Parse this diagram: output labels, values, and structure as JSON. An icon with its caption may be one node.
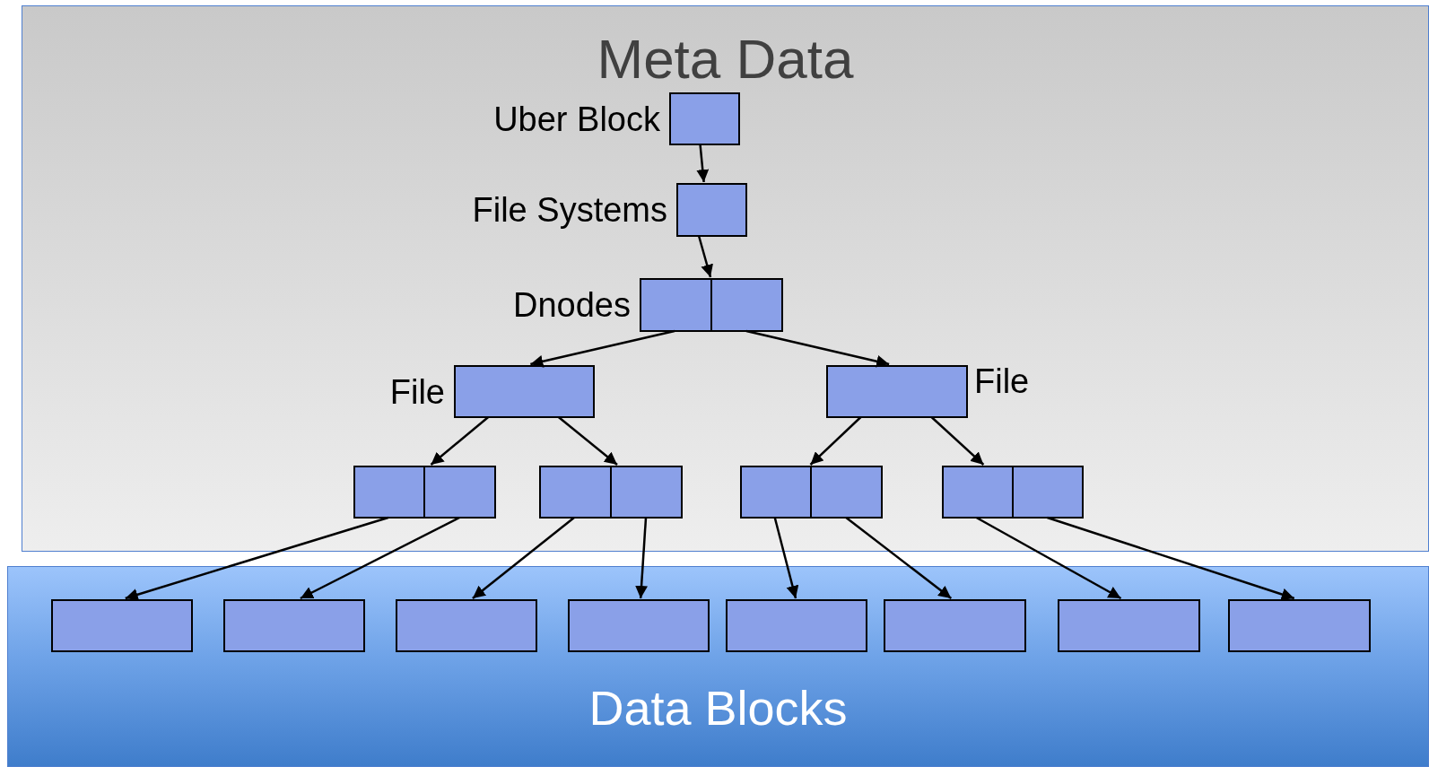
{
  "diagram": {
    "nodes": [
      {
        "text": [
          "Meta Data"
        ]
      },
      {
        "text": [
          "Data Blocks"
        ]
      },
      {
        "text": [
          "Uber Block"
        ],
        "in": 0
      },
      {
        "text": [
          "File Systems"
        ],
        "in": 0
      },
      {
        "text": [
          "Dnodes"
        ],
        "in": 0
      },
      {
        "text": [
          "File"
        ],
        "in": 0
      },
      {
        "text": [
          "File"
        ],
        "in": 0
      },
      {
        "text": [],
        "shape": "box",
        "in": 0
      },
      {
        "text": [],
        "shape": "box",
        "in": 0
      },
      {
        "text": [],
        "shape": "box",
        "in": 0
      },
      {
        "text": [],
        "shape": "box",
        "in": 0
      },
      {
        "text": [],
        "shape": "box",
        "in": 1
      },
      {
        "text": [],
        "shape": "box",
        "in": 1
      },
      {
        "text": [],
        "shape": "box",
        "in": 1
      },
      {
        "text": [],
        "shape": "box",
        "in": 1
      },
      {
        "text": [],
        "shape": "box",
        "in": 1
      },
      {
        "text": [],
        "shape": "box",
        "in": 1
      },
      {
        "text": [],
        "shape": "box",
        "in": 1
      },
      {
        "text": [],
        "shape": "box",
        "in": 1
      }
    ],
    "edges": [
      {
        "from": 2,
        "to": 3,
        "arrow": "to"
      },
      {
        "from": 3,
        "to": 4,
        "arrow": "to"
      },
      {
        "from": 4,
        "to": 5,
        "arrow": "to"
      },
      {
        "from": 4,
        "to": 6,
        "arrow": "to"
      },
      {
        "from": 5,
        "to": 7,
        "arrow": "to"
      },
      {
        "from": 5,
        "to": 8,
        "arrow": "to"
      },
      {
        "from": 6,
        "to": 9,
        "arrow": "to"
      },
      {
        "from": 6,
        "to": 10,
        "arrow": "to"
      },
      {
        "from": 7,
        "to": 11,
        "arrow": "to"
      },
      {
        "from": 7,
        "to": 12,
        "arrow": "to"
      },
      {
        "from": 8,
        "to": 13,
        "arrow": "to"
      },
      {
        "from": 8,
        "to": 14,
        "arrow": "to"
      },
      {
        "from": 9,
        "to": 15,
        "arrow": "to"
      },
      {
        "from": 9,
        "to": 16,
        "arrow": "to"
      },
      {
        "from": 10,
        "to": 17,
        "arrow": "to"
      },
      {
        "from": 10,
        "to": 18,
        "arrow": "to"
      }
    ]
  }
}
